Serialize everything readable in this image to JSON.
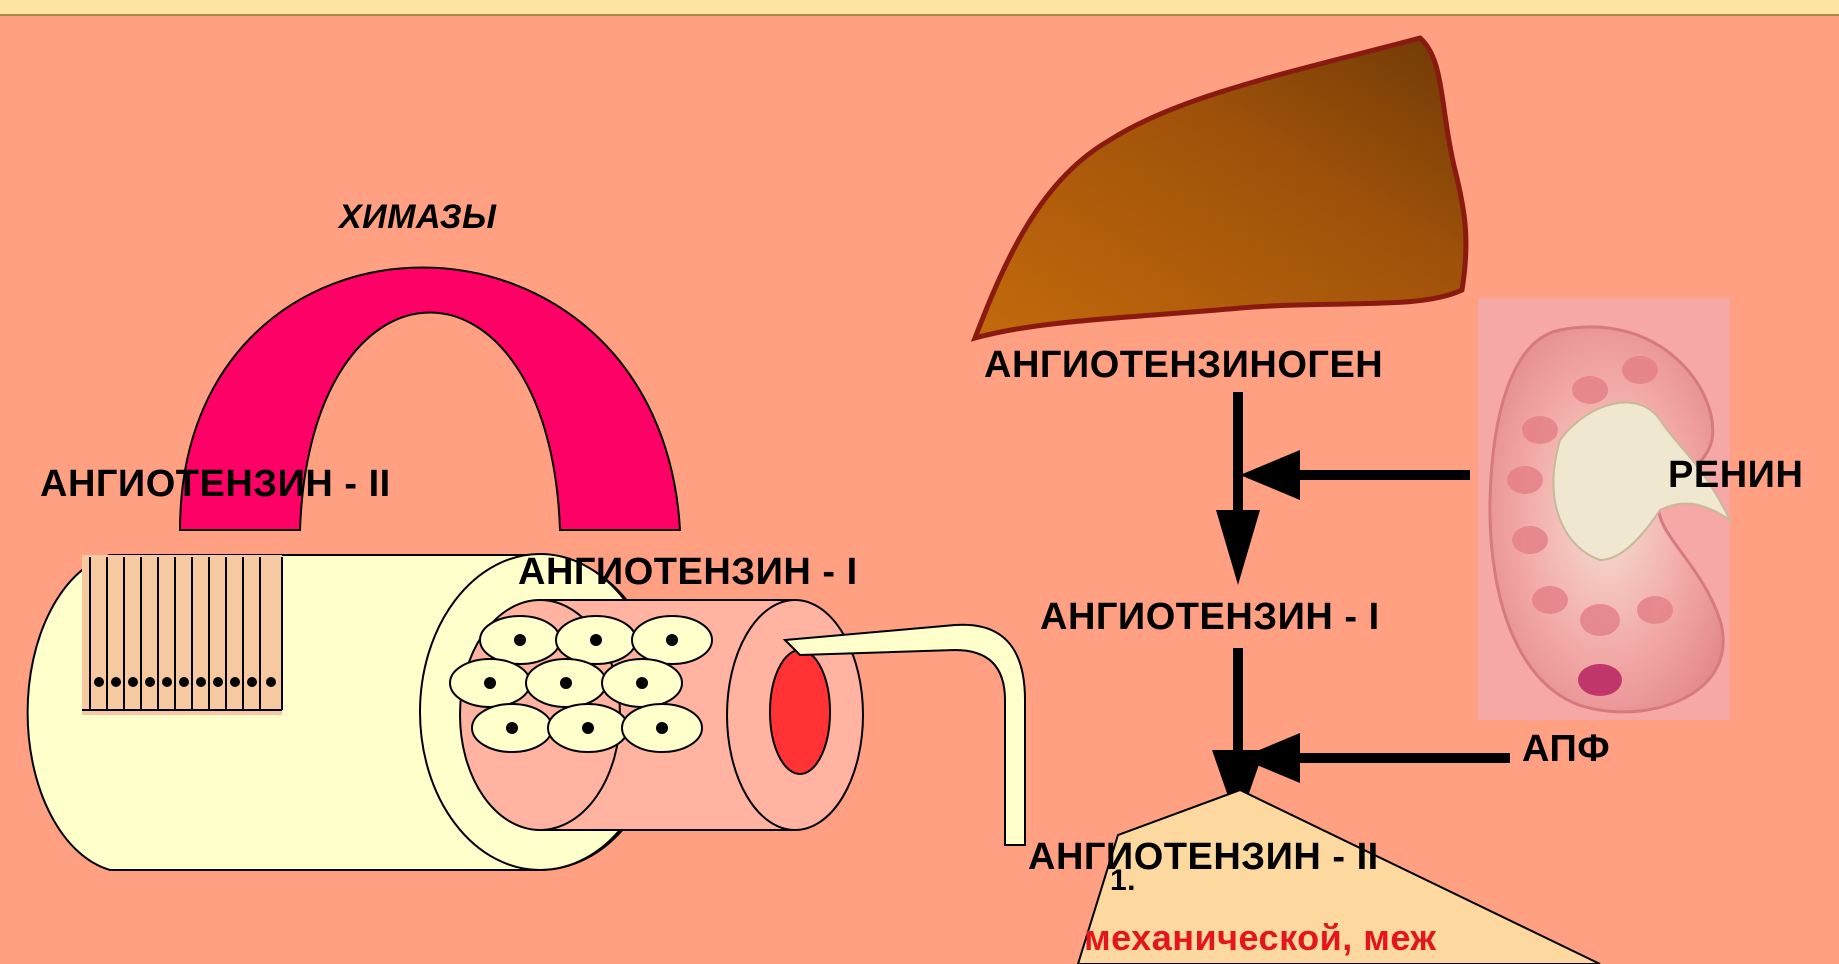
{
  "diagram": {
    "labels": {
      "chymases": "ХИМАЗЫ",
      "angiotensin_ii_left": "АНГИОТЕНЗИН - II",
      "angiotensin_i_vessel": "АНГИОТЕНЗИН - I",
      "angiotensinogen": "АНГИОТЕНЗИНОГЕН",
      "renin": "РЕНИН",
      "angiotensin_i_right": "АНГИОТЕНЗИН - I",
      "ace": "АПФ",
      "angiotensin_ii_right": "АНГИОТЕНЗИН - II",
      "callout_number": "1.",
      "callout_text": "механической,  меж"
    },
    "colors": {
      "background": "#ffa083",
      "arch": "#ff0066",
      "liver": "#a0520a",
      "vessel_outer": "#ffffcc",
      "vessel_inner": "#ffb3a0",
      "lumen": "#ff3333",
      "kidney": "#f7b8b0",
      "callout_fill": "#fdd9a0",
      "callout_text": "#e4161b"
    }
  }
}
